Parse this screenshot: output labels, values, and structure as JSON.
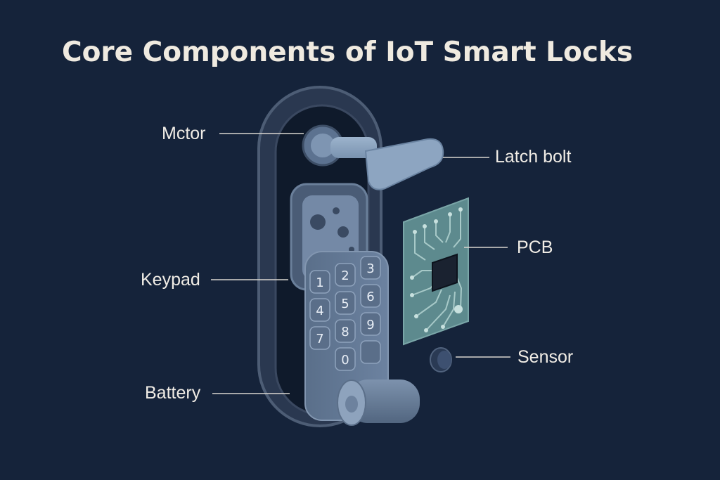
{
  "title": "Core Components of IoT Smart Locks",
  "labels": {
    "motor": "Mctor",
    "latch_bolt": "Latch bolt",
    "pcb": "PCB",
    "keypad": "Keypad",
    "sensor": "Sensor",
    "battery": "Battery"
  },
  "keys": [
    "1",
    "2",
    "3",
    "4",
    "5",
    "6",
    "7",
    "8",
    "9",
    "0"
  ],
  "colors": {
    "background": "#15233a",
    "body_outline": "#4a5a72",
    "lock_body": "#607590",
    "pcb": "#5f8b8e",
    "text": "#f1ede6"
  }
}
